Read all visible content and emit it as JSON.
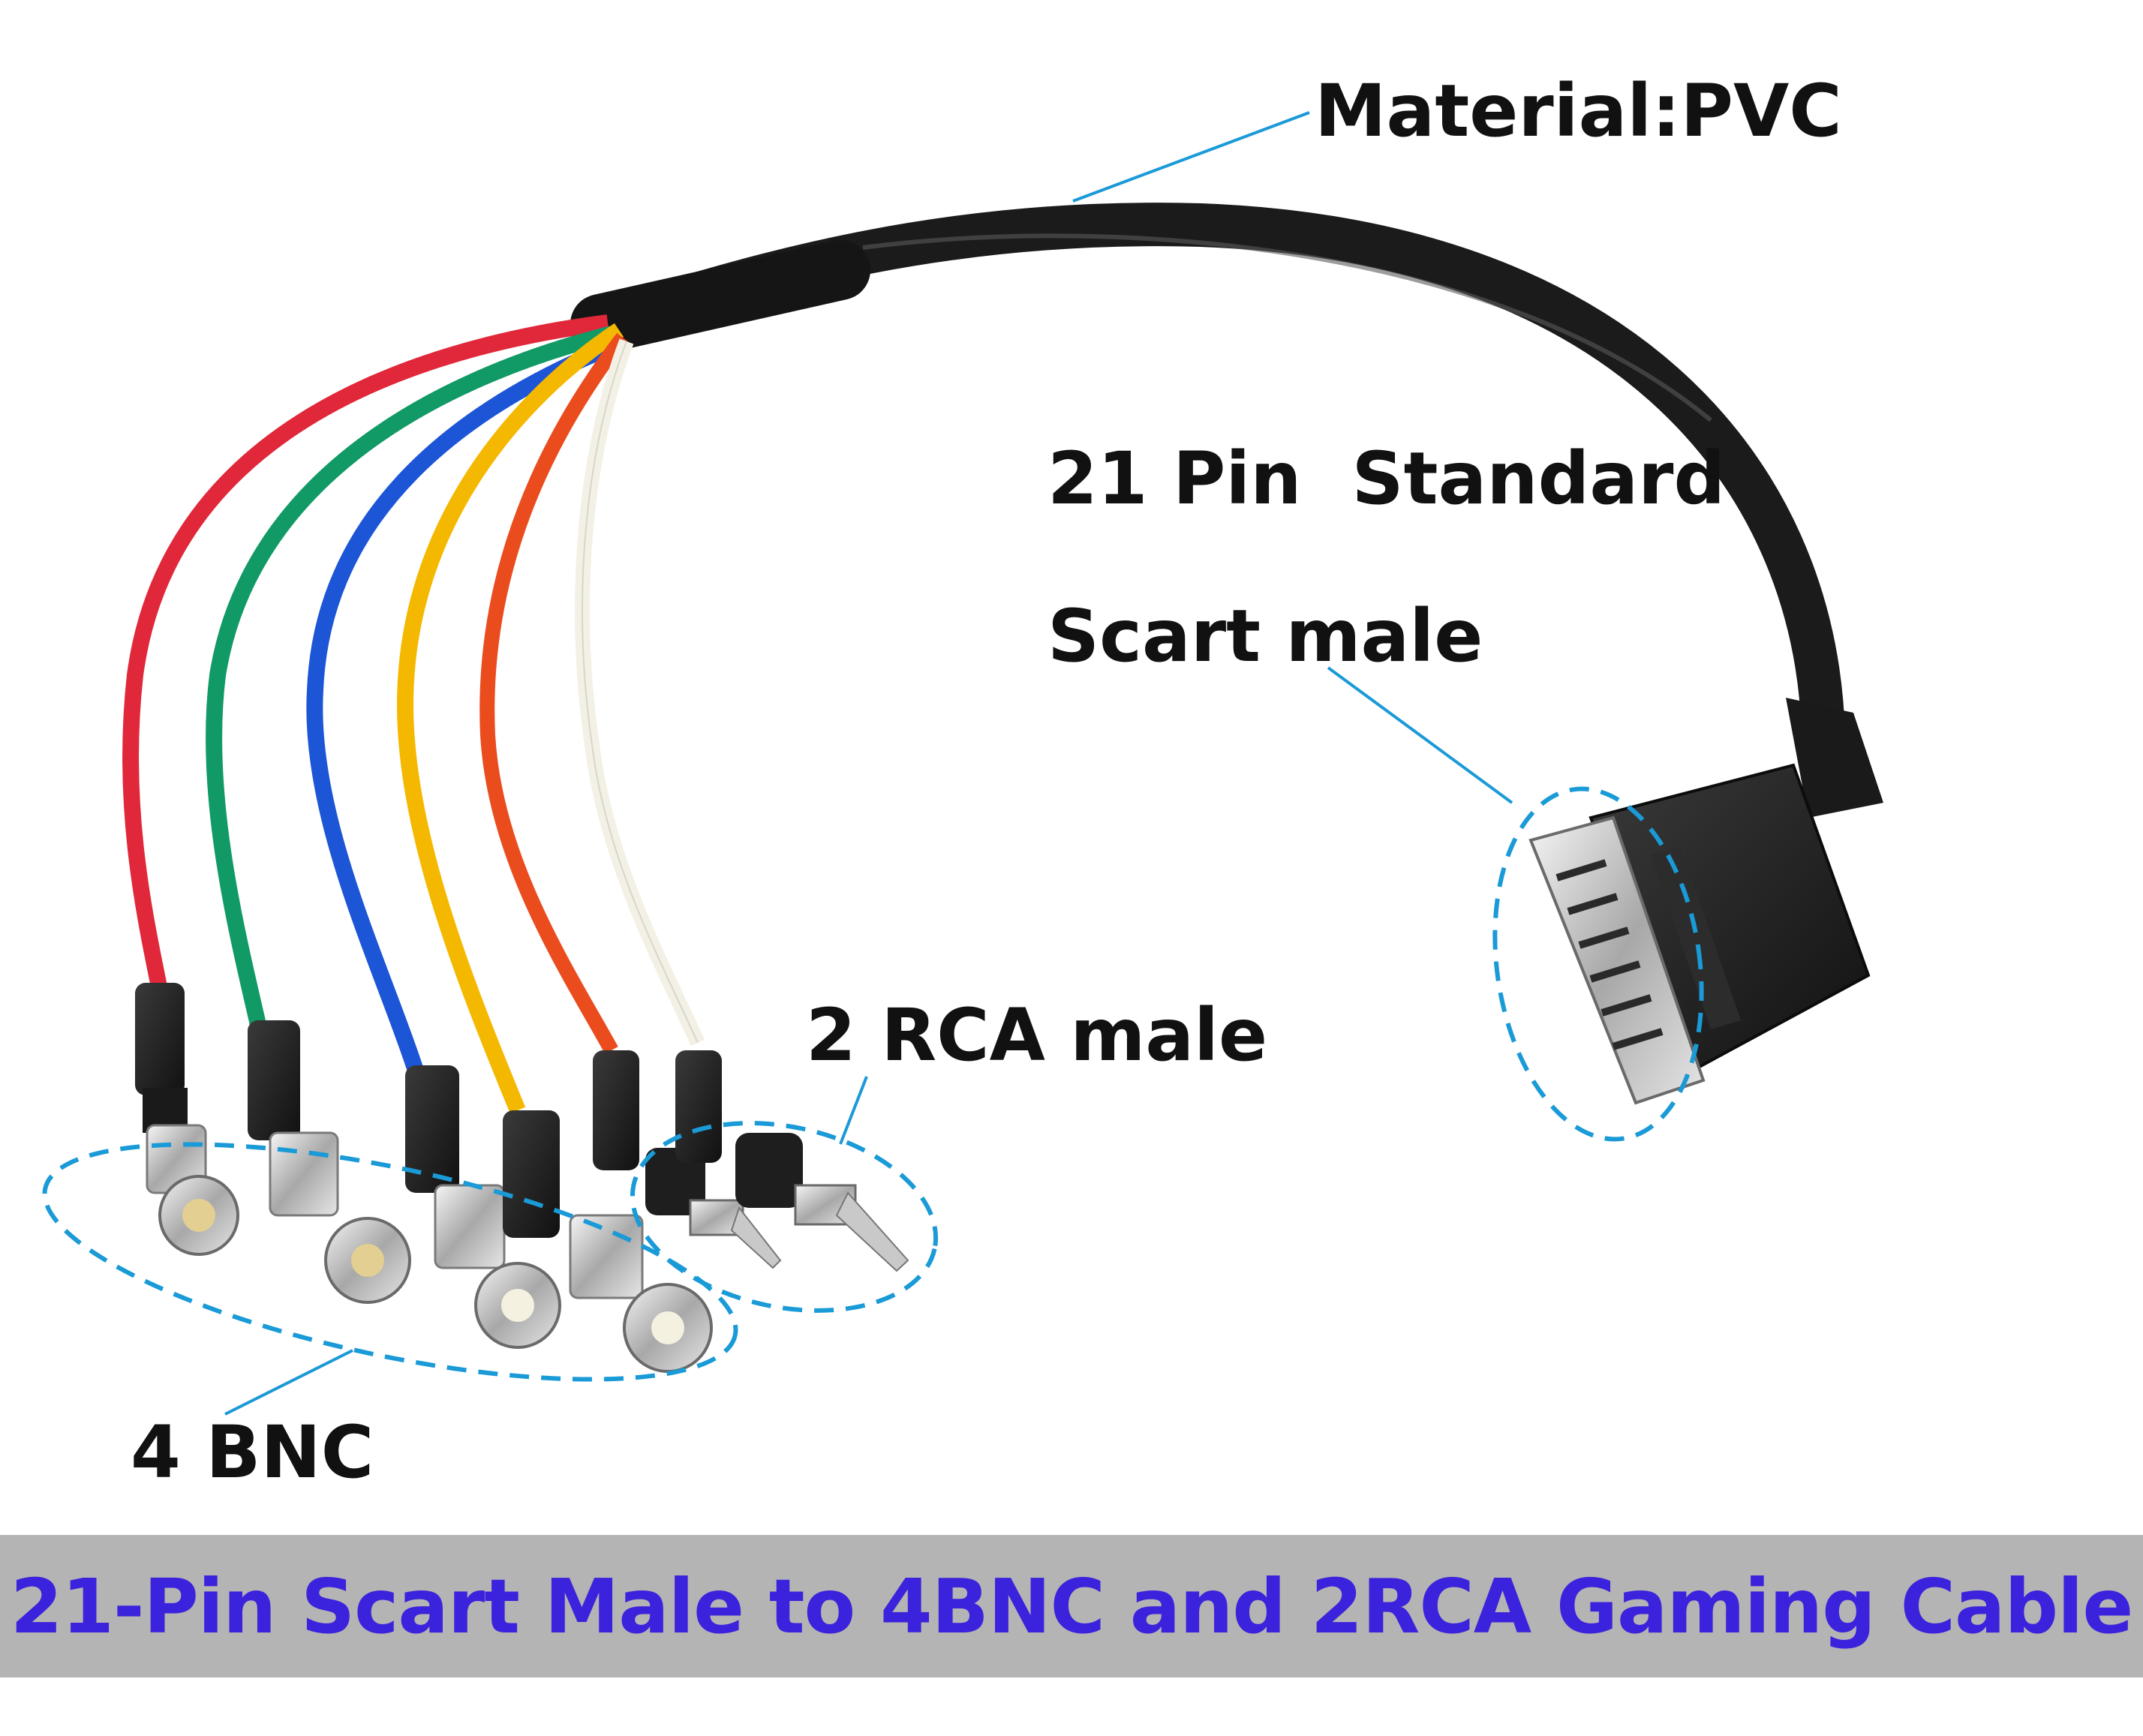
{
  "labels": {
    "material": "Material:PVC",
    "standard": "21 Pin  Standard",
    "scart": "Scart male",
    "rca": "2 RCA male",
    "bnc": "4 BNC"
  },
  "banner": {
    "title": "21-Pin Scart Male to 4BNC and 2RCA Gaming Cable"
  },
  "colors": {
    "callout_line": "#1a9ad6",
    "banner_bg": "#b4b4b4",
    "banner_text": "#3b22dc",
    "cable_black": "#1b1b1b",
    "wire_red": "#e0283a",
    "wire_green": "#119a66",
    "wire_blue": "#1c55d6",
    "wire_yellow": "#f5b800",
    "wire_orange": "#ea4c1e",
    "wire_white": "#f3f1e6"
  }
}
